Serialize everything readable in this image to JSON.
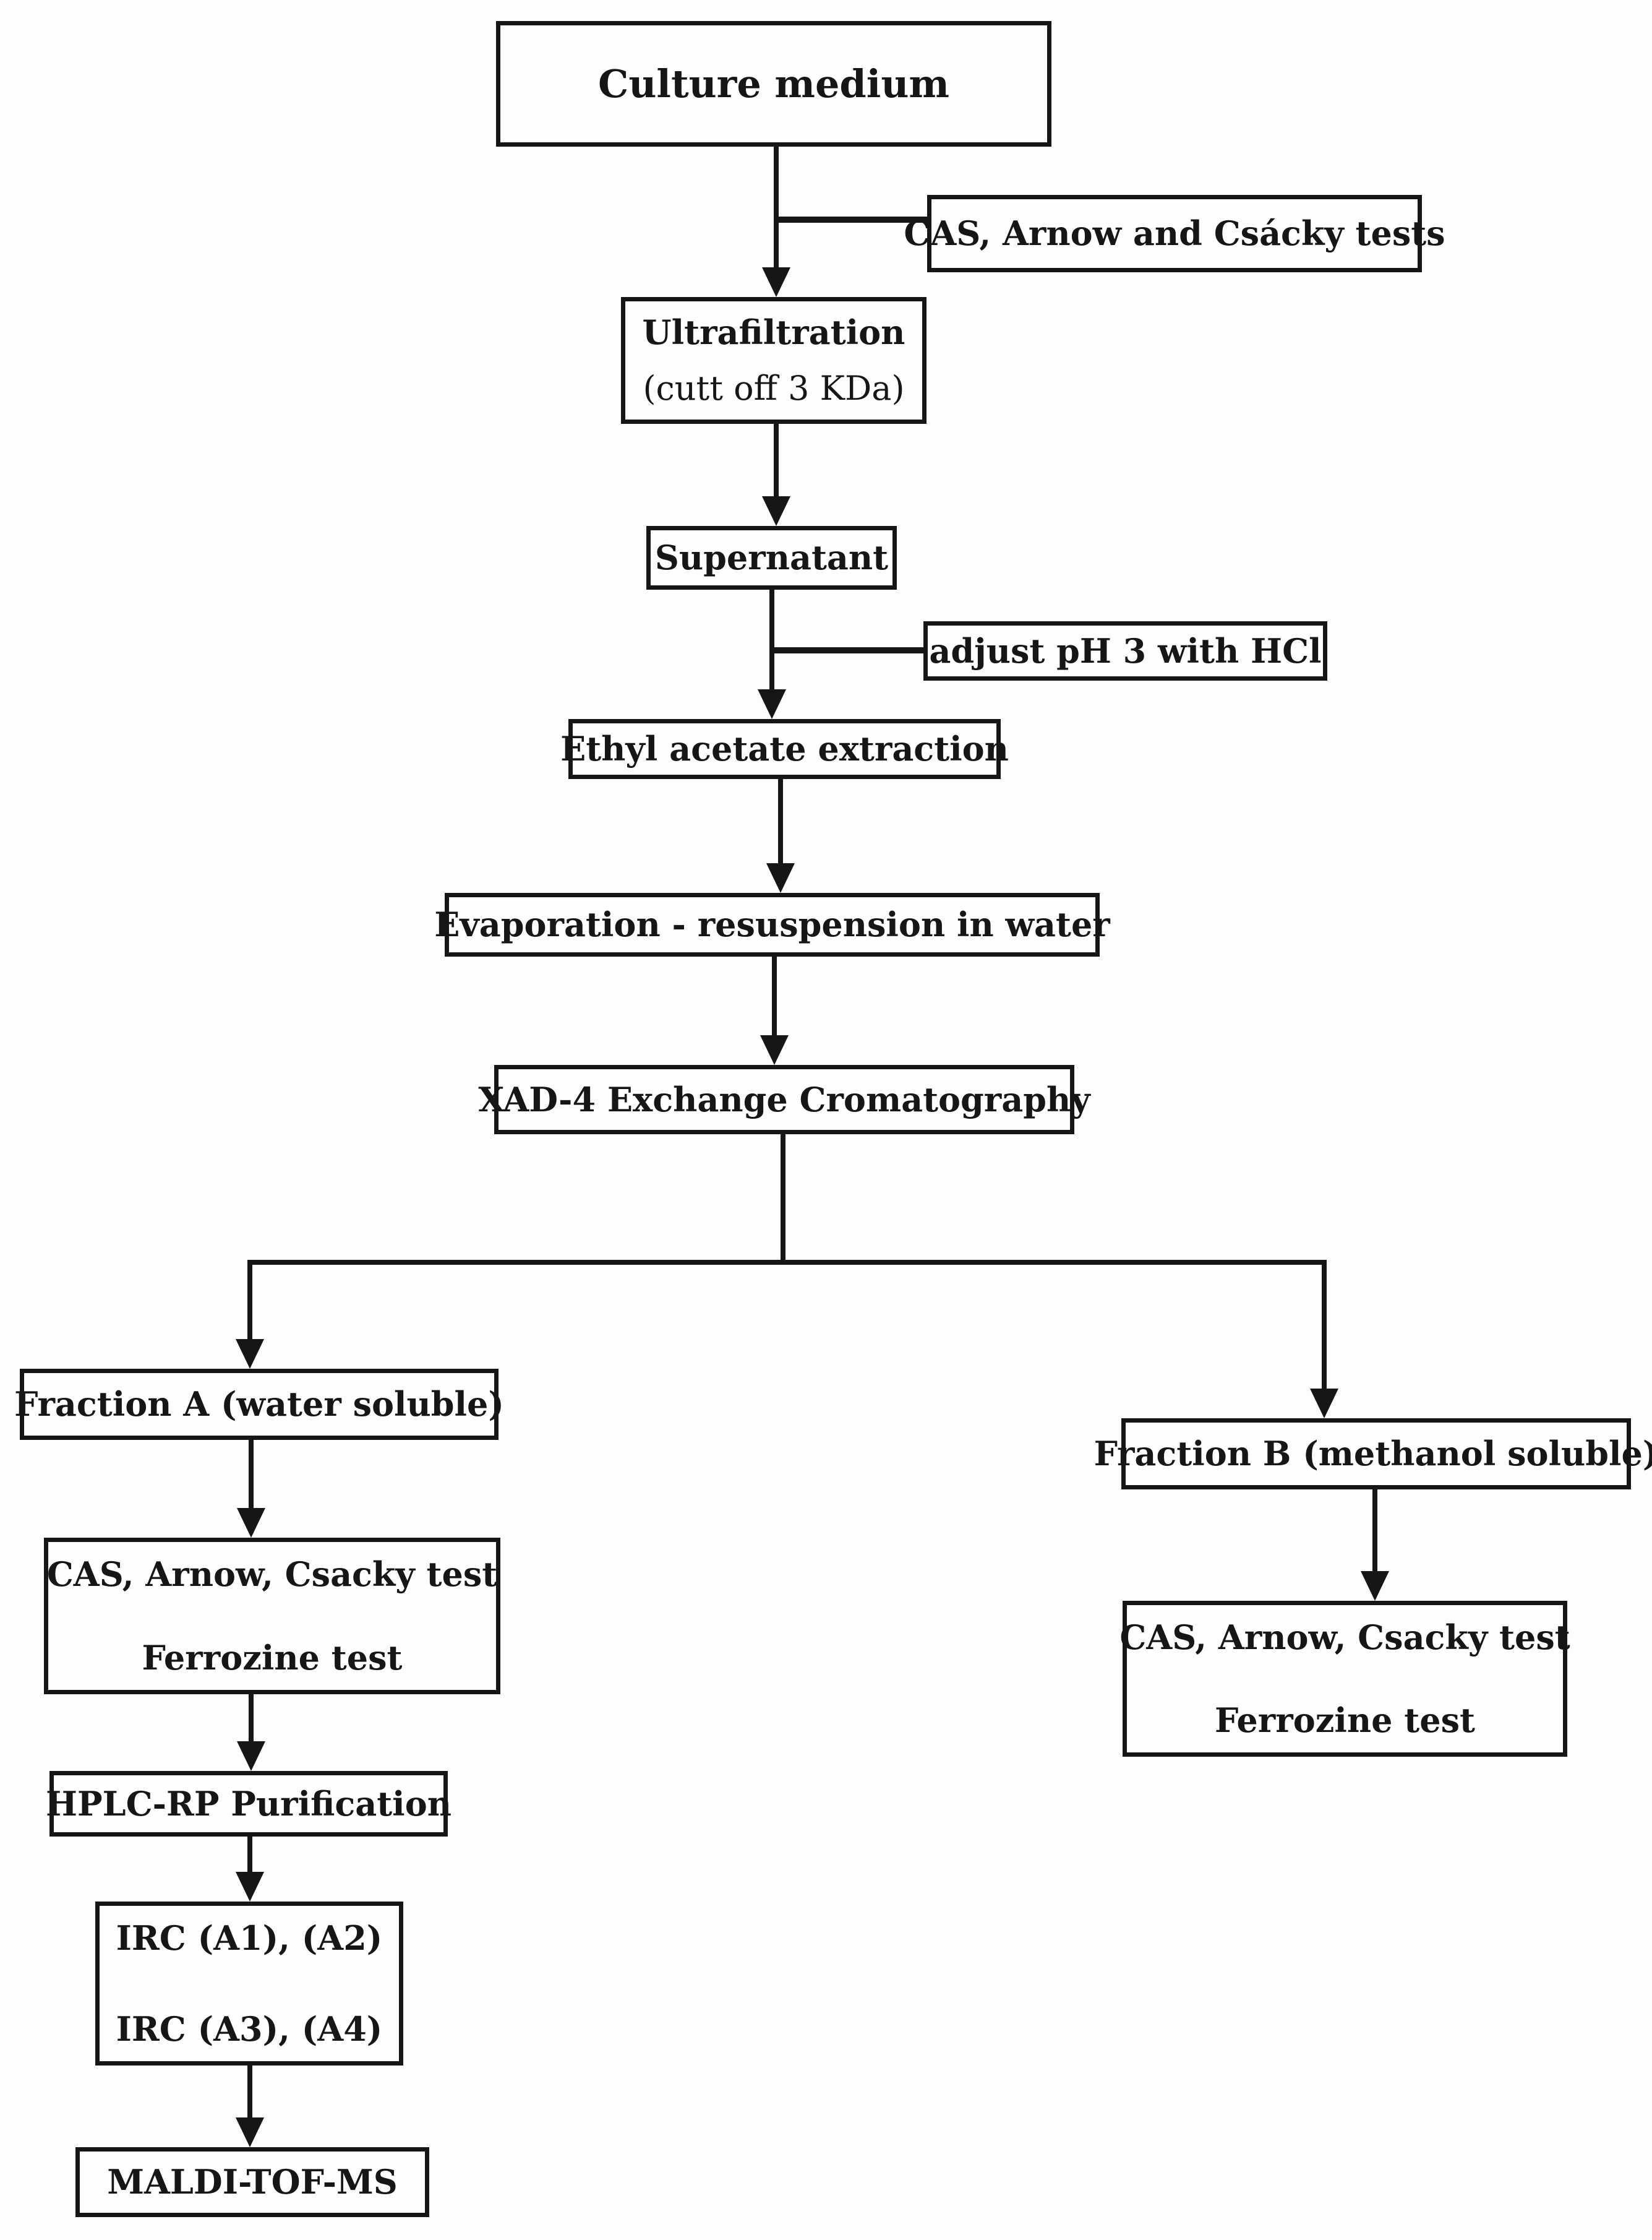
{
  "diagram": {
    "type": "flowchart",
    "colors": {
      "ink": "#161616",
      "background": "#fdfdfd",
      "box_fill": "#fefefe"
    },
    "nodes": {
      "culture_medium": {
        "lines": [
          "Culture medium"
        ]
      },
      "cas_arnow_csacky_tests": {
        "lines": [
          "CAS, Arnow and Csácky tests"
        ]
      },
      "ultrafiltration": {
        "lines": [
          "Ultrafiltration",
          "(cutt off 3 KDa)"
        ]
      },
      "supernatant": {
        "lines": [
          "Supernatant"
        ]
      },
      "adjust_ph": {
        "lines": [
          "adjust pH 3 with HCl"
        ]
      },
      "ethyl_acetate": {
        "lines": [
          "Ethyl acetate extraction"
        ]
      },
      "evaporation": {
        "lines": [
          "Evaporation - resuspension in water"
        ]
      },
      "xad4": {
        "lines": [
          "XAD-4 Exchange Cromatography"
        ]
      },
      "fraction_a": {
        "lines": [
          "Fraction A (water soluble)"
        ]
      },
      "fraction_b": {
        "lines": [
          "Fraction B (methanol soluble)"
        ]
      },
      "cas_ferrozine_a": {
        "lines": [
          "CAS, Arnow, Csacky test",
          "Ferrozine test"
        ]
      },
      "cas_ferrozine_b": {
        "lines": [
          "CAS, Arnow, Csacky test",
          "Ferrozine test"
        ]
      },
      "hplc": {
        "lines": [
          "HPLC-RP Purification"
        ]
      },
      "irc": {
        "lines": [
          "IRC (A1), (A2)",
          "IRC (A3), (A4)"
        ]
      },
      "maldi": {
        "lines": [
          "MALDI-TOF-MS"
        ]
      }
    },
    "edges": [
      "culture_medium -> ultrafiltration",
      "culture_medium -> cas_arnow_csacky_tests (side tap, no arrow)",
      "ultrafiltration -> supernatant",
      "supernatant -> ethyl_acetate",
      "supernatant -> adjust_ph (side tap, no arrow)",
      "ethyl_acetate -> evaporation",
      "evaporation -> xad4",
      "xad4 -> fraction_a",
      "xad4 -> fraction_b",
      "fraction_a -> cas_ferrozine_a",
      "fraction_b -> cas_ferrozine_b",
      "cas_ferrozine_a -> hplc",
      "hplc -> irc",
      "irc -> maldi"
    ]
  }
}
